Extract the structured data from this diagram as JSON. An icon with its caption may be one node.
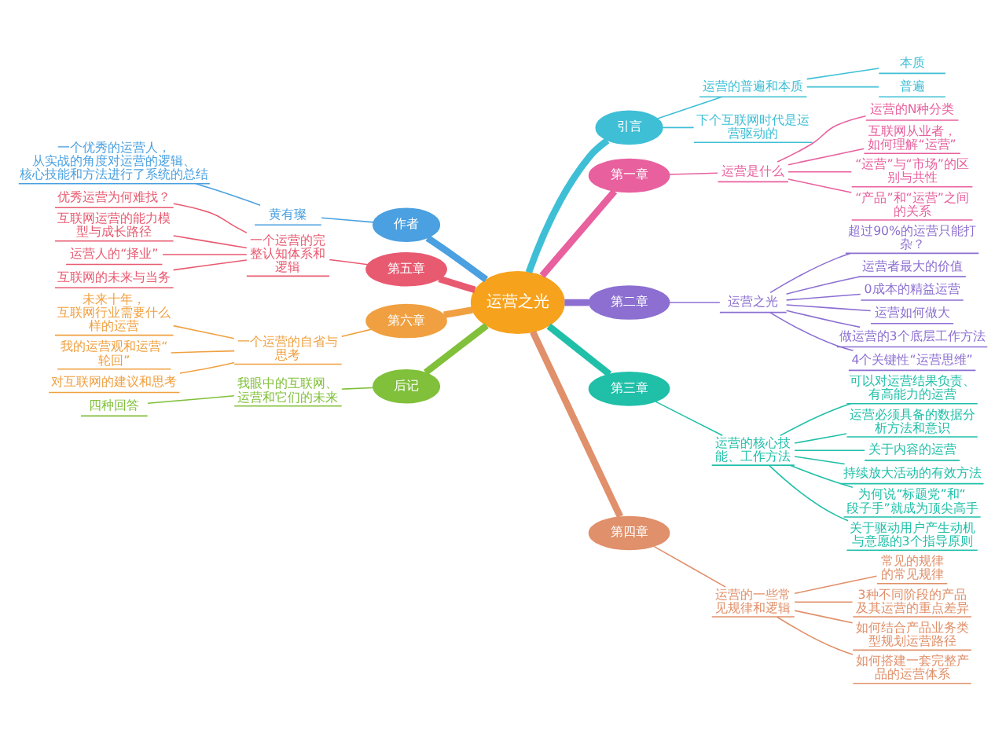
{
  "diagram": {
    "nodes": [
      {
        "text": [
          "运营之光"
        ]
      },
      {
        "text": [
          "引言"
        ]
      },
      {
        "text": [
          "运营的普遍和本质"
        ]
      },
      {
        "text": [
          "本质"
        ]
      },
      {
        "text": [
          "普遍"
        ]
      },
      {
        "text": [
          "下个互联网时代是运营驱动的"
        ]
      },
      {
        "text": [
          "第一章"
        ]
      },
      {
        "text": [
          "运营是什么"
        ]
      },
      {
        "text": [
          "运营的N种分类"
        ]
      },
      {
        "text": [
          "互联网从业者，如何理解“运营”"
        ]
      },
      {
        "text": [
          "“运营”与“市场”的区别与共性"
        ]
      },
      {
        "text": [
          "“产品”和“运营”之间的关系"
        ]
      },
      {
        "text": [
          "第二章"
        ]
      },
      {
        "text": [
          "运营之光"
        ]
      },
      {
        "text": [
          "超过90%的运营只能打杂？"
        ]
      },
      {
        "text": [
          "运营者最大的价值"
        ]
      },
      {
        "text": [
          "0成本的精益运营"
        ]
      },
      {
        "text": [
          "运营如何做大"
        ]
      },
      {
        "text": [
          "做运营的3个底层工作方法"
        ]
      },
      {
        "text": [
          "4个关键性“运营思维”"
        ]
      },
      {
        "text": [
          "第三章"
        ]
      },
      {
        "text": [
          "运营的核心技能、工作方法"
        ]
      },
      {
        "text": [
          "可以对运营结果负责、有高能力的运营"
        ]
      },
      {
        "text": [
          "运营必须具备的数据分析方法和意识"
        ]
      },
      {
        "text": [
          "关于内容的运营"
        ]
      },
      {
        "text": [
          "持续放大活动的有效方法"
        ]
      },
      {
        "text": [
          "为何说“标题党”和“段子手”就成为顶尖高手"
        ]
      },
      {
        "text": [
          "关于驱动用户产生动机与意愿的3个指导原则"
        ]
      },
      {
        "text": [
          "第四章"
        ]
      },
      {
        "text": [
          "运营的一些常见规律和逻辑"
        ]
      },
      {
        "text": [
          "常见的规律的常见规律"
        ]
      },
      {
        "text": [
          "3种不同阶段的产品及其运营的重点差异"
        ]
      },
      {
        "text": [
          "如何结合产品业务类型规划运营路径"
        ]
      },
      {
        "text": [
          "如何搭建一套完整产品的运营体系"
        ]
      },
      {
        "text": [
          "作者"
        ]
      },
      {
        "text": [
          "黄有璨"
        ]
      },
      {
        "text": [
          "一个优秀的运营人，从实战的角度对运营的逻辑、核心技能和方法进行了系统的总结"
        ]
      },
      {
        "text": [
          "第五章"
        ]
      },
      {
        "text": [
          "一个运营的完整认知体系和逻辑"
        ]
      },
      {
        "text": [
          "优秀运营为何难找？"
        ]
      },
      {
        "text": [
          "互联网运营的能力模型与成长路径"
        ]
      },
      {
        "text": [
          "运营人的“择业”"
        ]
      },
      {
        "text": [
          "互联网的未来与当务"
        ]
      },
      {
        "text": [
          "第六章"
        ]
      },
      {
        "text": [
          "一个运营的自省与思考"
        ]
      },
      {
        "text": [
          "未来十年，互联网行业需要什么样的运营"
        ]
      },
      {
        "text": [
          "我的运营观和运营“轮回”"
        ]
      },
      {
        "text": [
          "对互联网的建议和思考"
        ]
      },
      {
        "text": [
          "后记"
        ]
      },
      {
        "text": [
          "我眼中的互联网、运营和它们的未来"
        ]
      },
      {
        "text": [
          "四种回答"
        ]
      }
    ],
    "edges": [
      {
        "from": 0,
        "to": 1,
        "arrow": "none",
        "style": "thick",
        "color": "#3ebfd6"
      },
      {
        "from": 1,
        "to": 2,
        "arrow": "none",
        "color": "#3ebfd6"
      },
      {
        "from": 2,
        "to": 3,
        "arrow": "none",
        "color": "#3ebfd6"
      },
      {
        "from": 2,
        "to": 4,
        "arrow": "none",
        "color": "#3ebfd6"
      },
      {
        "from": 1,
        "to": 5,
        "arrow": "none",
        "color": "#3ebfd6"
      },
      {
        "from": 0,
        "to": 6,
        "arrow": "none",
        "style": "thick",
        "color": "#e8609e"
      },
      {
        "from": 6,
        "to": 7,
        "arrow": "none",
        "color": "#e8609e"
      },
      {
        "from": 7,
        "to": 8,
        "arrow": "none",
        "color": "#e8609e"
      },
      {
        "from": 7,
        "to": 9,
        "arrow": "none",
        "color": "#e8609e"
      },
      {
        "from": 7,
        "to": 10,
        "arrow": "none",
        "color": "#e8609e"
      },
      {
        "from": 7,
        "to": 11,
        "arrow": "none",
        "color": "#e8609e"
      },
      {
        "from": 0,
        "to": 12,
        "arrow": "none",
        "style": "thick",
        "color": "#8c6fd1"
      },
      {
        "from": 12,
        "to": 13,
        "arrow": "none",
        "color": "#8c6fd1"
      },
      {
        "from": 13,
        "to": 14,
        "arrow": "none",
        "color": "#8c6fd1"
      },
      {
        "from": 13,
        "to": 15,
        "arrow": "none",
        "color": "#8c6fd1"
      },
      {
        "from": 13,
        "to": 16,
        "arrow": "none",
        "color": "#8c6fd1"
      },
      {
        "from": 13,
        "to": 17,
        "arrow": "none",
        "color": "#8c6fd1"
      },
      {
        "from": 13,
        "to": 18,
        "arrow": "none",
        "color": "#8c6fd1"
      },
      {
        "from": 13,
        "to": 19,
        "arrow": "none",
        "color": "#8c6fd1"
      },
      {
        "from": 0,
        "to": 20,
        "arrow": "none",
        "style": "thick",
        "color": "#1fbfa8"
      },
      {
        "from": 20,
        "to": 21,
        "arrow": "none",
        "color": "#1fbfa8"
      },
      {
        "from": 21,
        "to": 22,
        "arrow": "none",
        "color": "#1fbfa8"
      },
      {
        "from": 21,
        "to": 23,
        "arrow": "none",
        "color": "#1fbfa8"
      },
      {
        "from": 21,
        "to": 24,
        "arrow": "none",
        "color": "#1fbfa8"
      },
      {
        "from": 21,
        "to": 25,
        "arrow": "none",
        "color": "#1fbfa8"
      },
      {
        "from": 21,
        "to": 26,
        "arrow": "none",
        "color": "#1fbfa8"
      },
      {
        "from": 21,
        "to": 27,
        "arrow": "none",
        "color": "#1fbfa8"
      },
      {
        "from": 0,
        "to": 28,
        "arrow": "none",
        "style": "thick",
        "color": "#e0906a"
      },
      {
        "from": 28,
        "to": 29,
        "arrow": "none",
        "color": "#e0906a"
      },
      {
        "from": 29,
        "to": 30,
        "arrow": "none",
        "color": "#e0906a"
      },
      {
        "from": 29,
        "to": 31,
        "arrow": "none",
        "color": "#e0906a"
      },
      {
        "from": 29,
        "to": 32,
        "arrow": "none",
        "color": "#e0906a"
      },
      {
        "from": 29,
        "to": 33,
        "arrow": "none",
        "color": "#e0906a"
      },
      {
        "from": 36,
        "to": 35,
        "arrow": "none",
        "color": "#4aa0e0"
      },
      {
        "from": 35,
        "to": 34,
        "arrow": "none",
        "color": "#4aa0e0"
      },
      {
        "from": 34,
        "to": 0,
        "arrow": "none",
        "style": "thick",
        "color": "#4aa0e0"
      },
      {
        "from": 39,
        "to": 38,
        "arrow": "none",
        "color": "#e85a70"
      },
      {
        "from": 40,
        "to": 38,
        "arrow": "none",
        "color": "#e85a70"
      },
      {
        "from": 41,
        "to": 38,
        "arrow": "none",
        "color": "#e85a70"
      },
      {
        "from": 42,
        "to": 38,
        "arrow": "none",
        "color": "#e85a70"
      },
      {
        "from": 38,
        "to": 37,
        "arrow": "none",
        "color": "#e85a70"
      },
      {
        "from": 37,
        "to": 0,
        "arrow": "none",
        "style": "thick",
        "color": "#e85a70"
      },
      {
        "from": 45,
        "to": 44,
        "arrow": "none",
        "color": "#f0a040"
      },
      {
        "from": 46,
        "to": 44,
        "arrow": "none",
        "color": "#f0a040"
      },
      {
        "from": 47,
        "to": 44,
        "arrow": "none",
        "color": "#f0a040"
      },
      {
        "from": 44,
        "to": 43,
        "arrow": "none",
        "color": "#f0a040"
      },
      {
        "from": 43,
        "to": 0,
        "arrow": "none",
        "style": "thick",
        "color": "#f0a040"
      },
      {
        "from": 50,
        "to": 49,
        "arrow": "none",
        "color": "#80c03a"
      },
      {
        "from": 49,
        "to": 48,
        "arrow": "none",
        "color": "#80c03a"
      },
      {
        "from": 48,
        "to": 0,
        "arrow": "none",
        "style": "thick",
        "color": "#80c03a"
      }
    ]
  }
}
